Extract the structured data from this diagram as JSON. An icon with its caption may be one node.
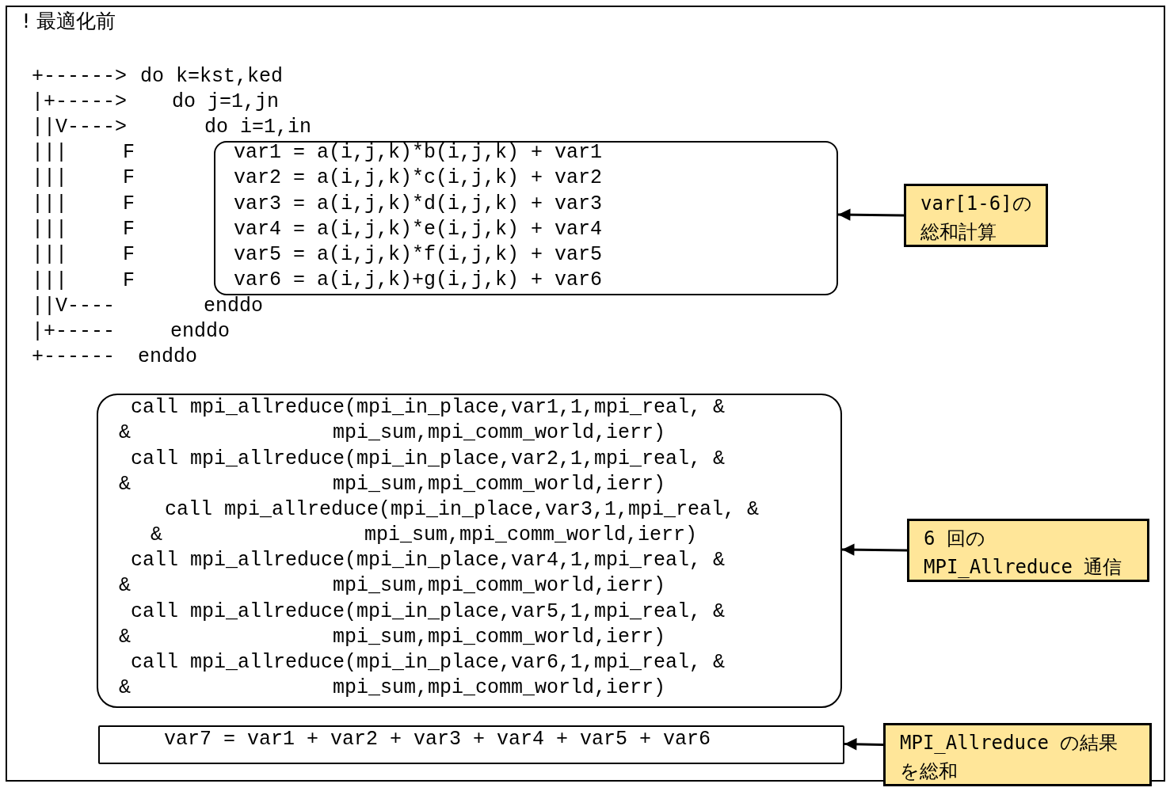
{
  "diagram": {
    "nodes": [
      {
        "text": [
          "var1 = a(i,j,k)*b(i,j,k) + var1",
          "var2 = a(i,j,k)*c(i,j,k) + var2",
          "var3 = a(i,j,k)*d(i,j,k) + var3",
          "var4 = a(i,j,k)*e(i,j,k) + var4",
          "var5 = a(i,j,k)*f(i,j,k) + var5",
          "var6 = a(i,j,k)+g(i,j,k) + var6"
        ]
      },
      {
        "text": [
          "var[1-6]の総和計算"
        ]
      },
      {
        "text": [
          "call mpi_allreduce(mpi_in_place,var1,1,mpi_real, &",
          "&                 mpi_sum,mpi_comm_world,ierr)",
          "call mpi_allreduce(mpi_in_place,var2,1,mpi_real, &",
          "&                 mpi_sum,mpi_comm_world,ierr)",
          "call mpi_allreduce(mpi_in_place,var3,1,mpi_real, &",
          "&                 mpi_sum,mpi_comm_world,ierr)",
          "call mpi_allreduce(mpi_in_place,var4,1,mpi_real, &",
          "&                 mpi_sum,mpi_comm_world,ierr)",
          "call mpi_allreduce(mpi_in_place,var5,1,mpi_real, &",
          "&                 mpi_sum,mpi_comm_world,ierr)",
          "call mpi_allreduce(mpi_in_place,var6,1,mpi_real, &",
          "&                 mpi_sum,mpi_comm_world,ierr)"
        ]
      },
      {
        "text": [
          "6 回の MPI_Allreduce 通信"
        ]
      },
      {
        "text": [
          "var7 = var1 + var2 + var3 + var4 + var5 + var6"
        ]
      },
      {
        "text": [
          "MPI_Allreduce の結果を総和"
        ]
      }
    ],
    "edges": [
      {
        "from": 1,
        "to": 0,
        "arrow": "to"
      },
      {
        "from": 3,
        "to": 2,
        "arrow": "to"
      },
      {
        "from": 5,
        "to": 4,
        "arrow": "to"
      }
    ],
    "labels": [
      "! 最適化前",
      "+------>",
      "do k=kst,ked",
      "|+----->",
      "do j=1,jn",
      "||V---->",
      "do i=1,in",
      "|||",
      "F",
      "|||",
      "F",
      "|||",
      "F",
      "|||",
      "F",
      "|||",
      "F",
      "|||",
      "F",
      "||V----",
      "enddo",
      "|+-----",
      "enddo",
      "+------",
      "enddo"
    ]
  }
}
